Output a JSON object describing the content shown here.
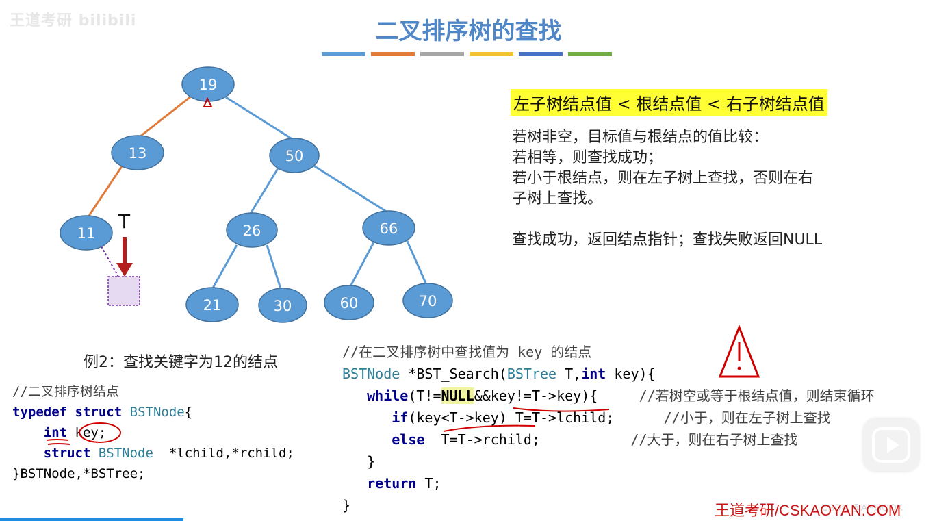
{
  "watermark": "王道考研 bilibili",
  "title": "二叉排序树的查找",
  "color_bars": [
    "#5b9bd5",
    "#e07b39",
    "#a5a5a5",
    "#f2c12e",
    "#4472c4",
    "#70ad47"
  ],
  "tree": {
    "nodes": [
      "19",
      "13",
      "50",
      "11",
      "26",
      "66",
      "21",
      "30",
      "60",
      "70"
    ],
    "pointer_label": "T"
  },
  "rule": "左子树结点值 < 根结点值 < 右子树结点值",
  "description": {
    "line1": "若树非空，目标值与根结点的值比较：",
    "line2": "若相等，则查找成功；",
    "line3": "若小于根结点，则在左子树上查找，否则在右",
    "line4": "子树上查找。",
    "line5": "查找成功，返回结点指针；查找失败返回NULL"
  },
  "example": "例2：查找关键字为12的结点",
  "struct_code": {
    "comment": "//二叉排序树结点",
    "kw_typedef": "typedef",
    "kw_struct": "struct",
    "type_name": "BSTNode",
    "open_brace": "{",
    "kw_int": "int",
    "field_key": "key;",
    "kw_struct2": "struct",
    "type_name2": "BSTNode",
    "child_fields": "  *lchild,*rchild;",
    "closing": "}BSTNode,*BSTree;"
  },
  "search_code": {
    "comment": "//在二叉排序树中查找值为 key 的结点",
    "sig_ret": "BSTNode",
    "sig_fn": " *BST_Search(",
    "sig_type": "BSTree",
    "sig_p1": " T,",
    "sig_kw_int": "int",
    "sig_p2": " key){",
    "kw_while": "while",
    "while_a": "(T!=",
    "null_kw": "NULL",
    "while_b": "&&key!=T->key){",
    "while_comment": "//若树空或等于根结点值，则结束循环",
    "kw_if": "if",
    "if_body": "(key<T->key) T=T->lchild;",
    "if_comment": "//小于，则在左子树上查找",
    "kw_else": "else",
    "else_body": "  T=T->rchild;",
    "else_comment": "//大于，则在右子树上查找",
    "close_inner": "}",
    "kw_return": "return",
    "return_body": " T;",
    "close_outer": "}"
  },
  "brand": "王道考研/CSKAOYAN.COM",
  "brand_shadow": "CSDN @AHGOOK",
  "colors": {
    "title": "#4f86c6",
    "node_fill": "#5b9bd5",
    "edge": "#5b9bd5",
    "edge_highlight": "#e07b39",
    "annotation_red": "#c00000",
    "highlight_yellow": "#ffff33"
  }
}
